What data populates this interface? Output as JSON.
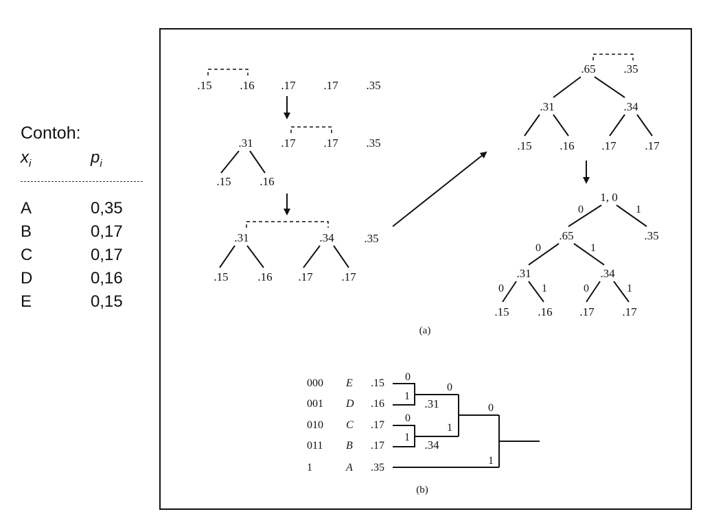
{
  "legend_table": {
    "title": "Contoh:",
    "col_symbol": "x",
    "col_symbol_sub": "i",
    "col_prob": "p",
    "col_prob_sub": "i",
    "rows": [
      {
        "symbol": "A",
        "prob": "0,35"
      },
      {
        "symbol": "B",
        "prob": "0,17"
      },
      {
        "symbol": "C",
        "prob": "0,17"
      },
      {
        "symbol": "D",
        "prob": "0,16"
      },
      {
        "symbol": "E",
        "prob": "0,15"
      }
    ]
  },
  "figure_a": {
    "caption": "(a)",
    "step1": {
      "p1": ".15",
      "p2": ".16",
      "p3": ".17",
      "p4": ".17",
      "p5": ".35"
    },
    "step2": {
      "merged": ".31",
      "c1": ".15",
      "c2": ".16",
      "p3": ".17",
      "p4": ".17",
      "p5": ".35"
    },
    "step3": {
      "n1": ".31",
      "n1a": ".15",
      "n1b": ".16",
      "n2": ".34",
      "n2a": ".17",
      "n2b": ".17",
      "p5": ".35"
    },
    "step4": {
      "n65": ".65",
      "n35": ".35",
      "n31": ".31",
      "n34": ".34",
      "l1": ".15",
      "l2": ".16",
      "l3": ".17",
      "l4": ".17"
    },
    "final_tree": {
      "root": "1, 0",
      "n65": ".65",
      "n35": ".35",
      "n31": ".31",
      "n34": ".34",
      "l1": ".15",
      "l2": ".16",
      "l3": ".17",
      "l4": ".17",
      "bit0": "0",
      "bit1": "1"
    }
  },
  "figure_b": {
    "caption": "(b)",
    "rows": [
      {
        "code": "000",
        "symbol": "E",
        "prob": ".15"
      },
      {
        "code": "001",
        "symbol": "D",
        "prob": ".16"
      },
      {
        "code": "010",
        "symbol": "C",
        "prob": ".17"
      },
      {
        "code": "011",
        "symbol": "B",
        "prob": ".17"
      },
      {
        "code": "1",
        "symbol": "A",
        "prob": ".35"
      }
    ],
    "merge_31": ".31",
    "merge_34": ".34",
    "bit0": "0",
    "bit1": "1"
  }
}
